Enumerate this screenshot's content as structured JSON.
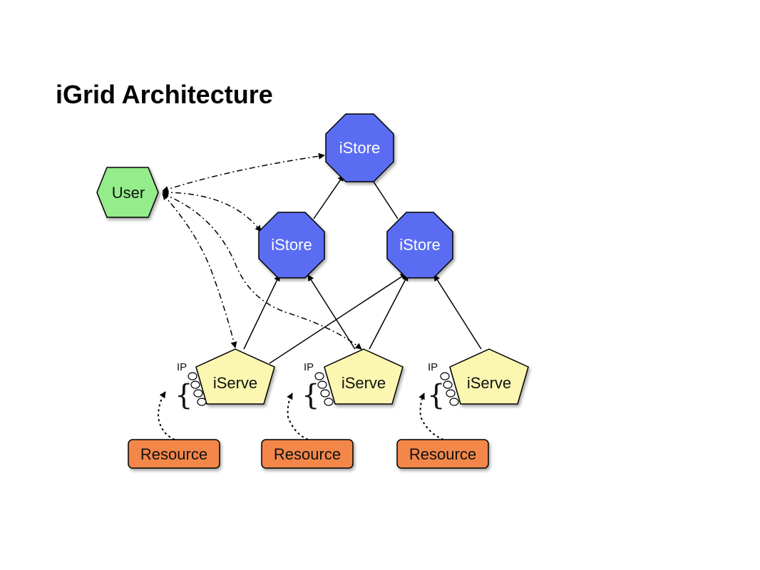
{
  "title": "iGrid Architecture",
  "colors": {
    "istore": "#5a6df2",
    "user": "#94ec8b",
    "iserve": "#fbf6b0",
    "resource": "#f2874a"
  },
  "nodes": {
    "istore_top": "iStore",
    "istore_left": "iStore",
    "istore_right": "iStore",
    "user": "User",
    "iserves": [
      "iServe",
      "iServe",
      "iServe"
    ],
    "resources": [
      "Resource",
      "Resource",
      "Resource"
    ],
    "ip_label": "IP"
  }
}
